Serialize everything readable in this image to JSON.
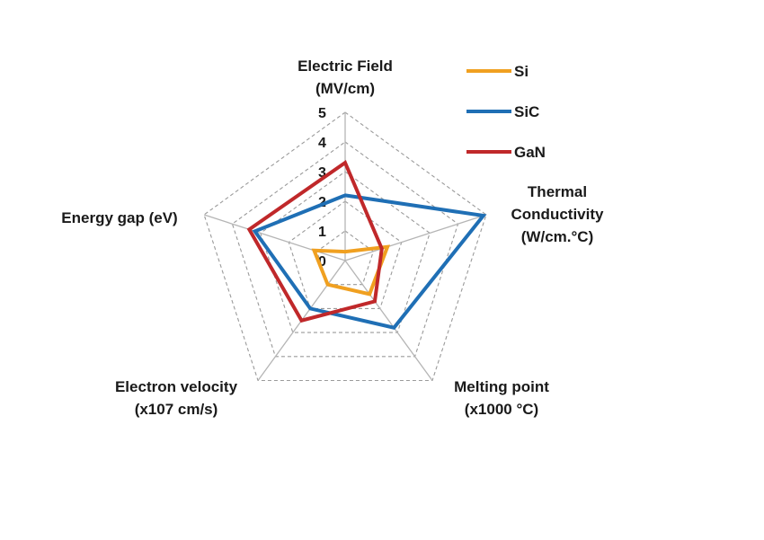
{
  "chart_data": {
    "type": "radar",
    "axes": [
      {
        "key": "electric_field",
        "lines": [
          "Electric Field",
          "(MV/cm)"
        ]
      },
      {
        "key": "thermal_conductivity",
        "lines": [
          "Thermal",
          "Conductivity",
          "(W/cm.°C)"
        ]
      },
      {
        "key": "melting_point",
        "lines": [
          "Melting point",
          "(x1000 °C)"
        ]
      },
      {
        "key": "electron_velocity",
        "lines": [
          "Electron velocity",
          "(x107 cm/s)"
        ]
      },
      {
        "key": "energy_gap",
        "lines": [
          "Energy gap (eV)"
        ]
      }
    ],
    "scale": {
      "min": 0,
      "max": 5,
      "ticks": [
        "0",
        "1",
        "2",
        "3",
        "4",
        "5"
      ]
    },
    "series": [
      {
        "name": "Si",
        "color": "#F0A020",
        "values": [
          0.3,
          1.5,
          1.4,
          1.0,
          1.1
        ]
      },
      {
        "name": "SiC",
        "color": "#1F6FB5",
        "values": [
          2.2,
          4.9,
          2.8,
          2.0,
          3.2
        ]
      },
      {
        "name": "GaN",
        "color": "#C0282A",
        "values": [
          3.3,
          1.3,
          1.7,
          2.5,
          3.4
        ]
      }
    ],
    "grid": true,
    "legend_position": "top-right"
  }
}
